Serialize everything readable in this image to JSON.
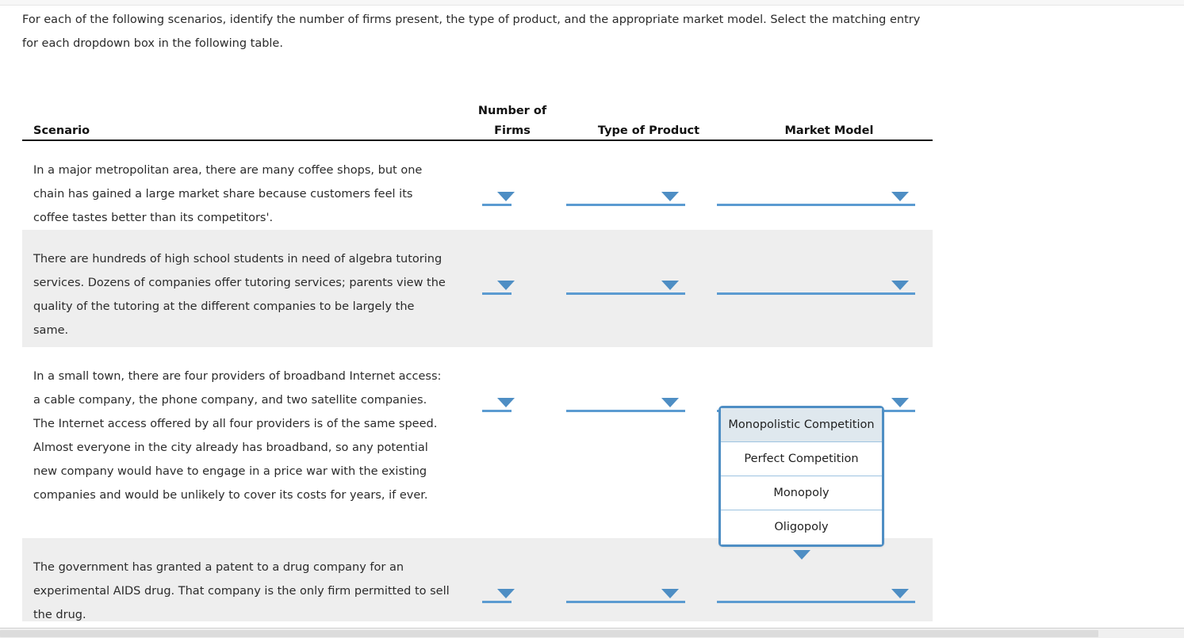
{
  "instructions": "For each of the following scenarios, identify the number of firms present, the type of product, and the appropriate market model. Select the matching entry for each dropdown box in the following table.",
  "table": {
    "headers": {
      "scenario": "Scenario",
      "number_of_firms_line1": "Number of",
      "number_of_firms_line2": "Firms",
      "type_of_product": "Type of Product",
      "market_model": "Market Model"
    },
    "rows": [
      {
        "scenario": "In a major metropolitan area, there are many coffee shops, but one chain has gained a large market share because customers feel its coffee tastes better than its competitors'.",
        "shaded": false,
        "number_of_firms_value": "",
        "type_of_product_value": "",
        "market_model_value": ""
      },
      {
        "scenario": "There are hundreds of high school students in need of algebra tutoring services. Dozens of companies offer tutoring services; parents view the quality of the tutoring at the different companies to be largely the same.",
        "shaded": true,
        "number_of_firms_value": "",
        "type_of_product_value": "",
        "market_model_value": ""
      },
      {
        "scenario": "In a small town, there are four providers of broadband Internet access: a cable company, the phone company, and two satellite companies. The Internet access offered by all four providers is of the same speed. Almost everyone in the city already has broadband, so any potential new company would have to engage in a price war with the existing companies and would be unlikely to cover its costs for years, if ever.",
        "shaded": false,
        "number_of_firms_value": "",
        "type_of_product_value": "",
        "market_model_value": ""
      },
      {
        "scenario": "The government has granted a patent to a drug company for an experimental AIDS drug. That company is the only firm permitted to sell the drug.",
        "shaded": true,
        "number_of_firms_value": "",
        "type_of_product_value": "",
        "market_model_value": ""
      }
    ]
  },
  "open_dropdown": {
    "belongs_to_row": 3,
    "belongs_to_column": "market_model",
    "options": [
      {
        "label": "Monopolistic Competition",
        "selected": true
      },
      {
        "label": "Perfect Competition",
        "selected": false
      },
      {
        "label": "Monopoly",
        "selected": false
      },
      {
        "label": "Oligopoly",
        "selected": false
      }
    ]
  },
  "colors": {
    "accent_blue": "#5b9bd1",
    "dropdown_border": "#4e8ec4",
    "row_shade": "#eeeeee",
    "option_selected_bg": "#dfe8ee",
    "text": "#2b2b2b"
  },
  "scrollbar": {
    "orientation": "horizontal",
    "thumb_label": ""
  }
}
